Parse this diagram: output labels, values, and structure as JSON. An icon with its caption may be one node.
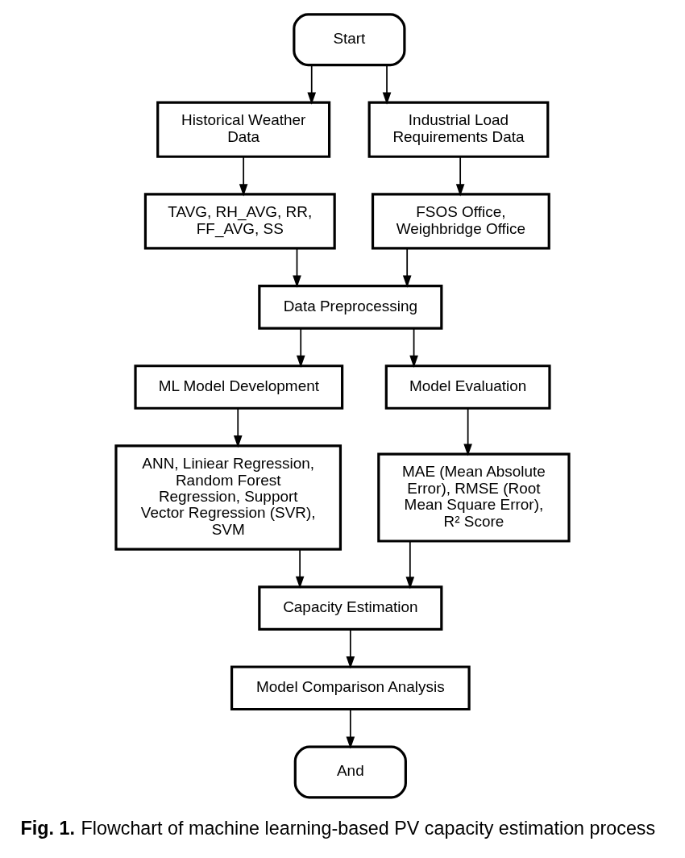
{
  "diagram": {
    "caption": "**Fig. 1.** Flowchart of machine learning-based PV capacity estimation process",
    "nodes": [
      {
        "text": [
          "Start"
        ]
      },
      {
        "text": [
          "Historical Weather Data"
        ]
      },
      {
        "text": [
          "Industrial Load Requirements Data"
        ]
      },
      {
        "text": [
          "TAVG, RH_AVG, RR, FF_AVG, SS"
        ]
      },
      {
        "text": [
          "FSOS Office, Weighbridge Office"
        ]
      },
      {
        "text": [
          "Data Preprocessing"
        ]
      },
      {
        "text": [
          "ML Model Development"
        ]
      },
      {
        "text": [
          "Model Evaluation"
        ]
      },
      {
        "text": [
          "ANN, Liniear Regression, Random Forest Regression, Support Vector Regression (SVR), SVM"
        ]
      },
      {
        "text": [
          "MAE (Mean Absolute Error), RMSE (Root Mean Square Error), R² Score"
        ]
      },
      {
        "text": [
          "Capacity Estimation"
        ]
      },
      {
        "text": [
          "Model Comparison Analysis"
        ]
      },
      {
        "text": [
          "And"
        ]
      }
    ],
    "edges": [
      {
        "from": 0,
        "to": 1,
        "arrow": "to"
      },
      {
        "from": 0,
        "to": 2,
        "arrow": "to"
      },
      {
        "from": 1,
        "to": 3,
        "arrow": "to"
      },
      {
        "from": 2,
        "to": 4,
        "arrow": "to"
      },
      {
        "from": 3,
        "to": 5,
        "arrow": "to"
      },
      {
        "from": 4,
        "to": 5,
        "arrow": "to"
      },
      {
        "from": 5,
        "to": 6,
        "arrow": "to"
      },
      {
        "from": 5,
        "to": 7,
        "arrow": "to"
      },
      {
        "from": 6,
        "to": 8,
        "arrow": "to"
      },
      {
        "from": 7,
        "to": 9,
        "arrow": "to"
      },
      {
        "from": 8,
        "to": 10,
        "arrow": "to"
      },
      {
        "from": 9,
        "to": 10,
        "arrow": "to"
      },
      {
        "from": 10,
        "to": 11,
        "arrow": "to"
      },
      {
        "from": 11,
        "to": 12,
        "arrow": "to"
      }
    ]
  }
}
